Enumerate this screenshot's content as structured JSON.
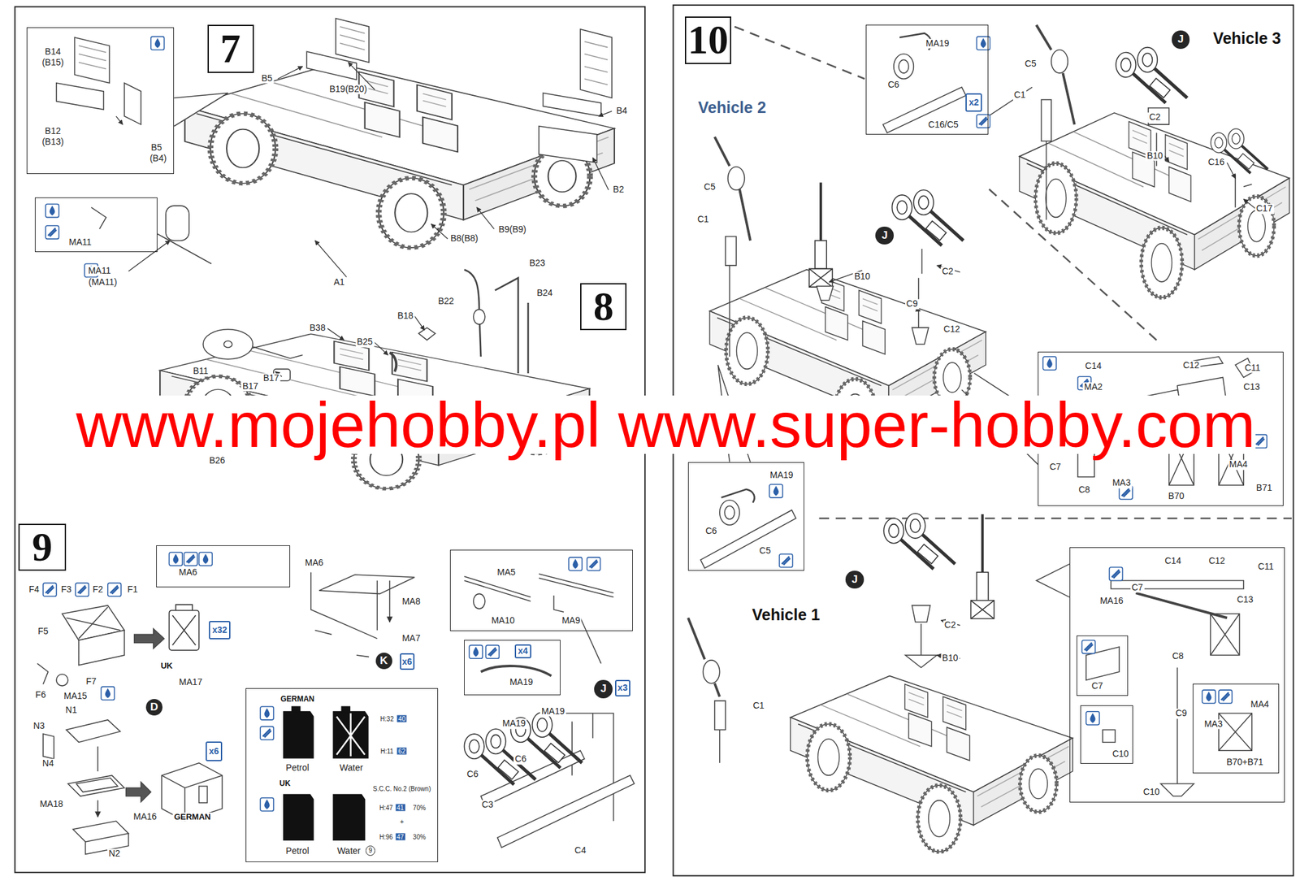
{
  "diagram": {
    "nodes": [
      {
        "text": [
          "7"
        ]
      },
      {
        "text": [
          "B14",
          "(B15)",
          "B12",
          "(B13)",
          "B5",
          "(B4)"
        ]
      },
      {
        "text": [
          "MA11"
        ]
      },
      {
        "text": [
          "8"
        ]
      },
      {
        "text": [
          "9"
        ]
      },
      {
        "text": [
          "MA6"
        ]
      },
      {
        "text": [
          "MA5",
          "MA10",
          "MA9"
        ]
      },
      {
        "text": [
          "MA19"
        ]
      },
      {
        "text": [
          "x4"
        ],
        "in": 7
      },
      {
        "text": [
          "J"
        ]
      },
      {
        "text": [
          "x3"
        ]
      },
      {
        "text": [
          "K"
        ]
      },
      {
        "text": [
          "x6"
        ]
      },
      {
        "text": [
          "x32"
        ]
      },
      {
        "text": [
          "D"
        ]
      },
      {
        "text": [
          "x6"
        ]
      },
      {
        "text": [
          "GERMAN",
          "H:32",
          "40",
          "H:11",
          "62",
          "Petrol",
          "Water",
          "UK",
          "S.C.C. No.2 (Brown)",
          "H:47",
          "41",
          "70%",
          "+",
          "H:96",
          "47",
          "30%",
          "Petrol",
          "Water"
        ]
      },
      {
        "text": [
          "9"
        ],
        "in": 16
      },
      {
        "text": [
          "10"
        ]
      },
      {
        "text": [
          "MA19",
          "C6",
          "C16/C5"
        ]
      },
      {
        "text": [
          "x2"
        ],
        "in": 19
      },
      {
        "text": [
          "J"
        ]
      },
      {
        "text": [
          "J"
        ]
      },
      {
        "text": [
          "MA19",
          "C6",
          "C5"
        ]
      },
      {
        "text": [
          "C14",
          "C12",
          "C11",
          "MA2",
          "C13",
          "C7",
          "MA4",
          "B71",
          "MA3",
          "C8",
          "B70"
        ]
      },
      {
        "text": [
          "J"
        ]
      },
      {
        "text": [
          "C14",
          "C12",
          "C11",
          "C7",
          "MA16",
          "C13",
          "C8",
          "C9",
          "C10"
        ]
      },
      {
        "text": [
          "C7"
        ],
        "in": 26
      },
      {
        "text": [
          "C10"
        ],
        "in": 26
      },
      {
        "text": [
          "MA4",
          "MA3",
          "B70+B71"
        ],
        "in": 26
      }
    ],
    "labels": [
      "B5",
      "B19(B20)",
      "B4",
      "B2",
      "B9(B9)",
      "B8(B8)",
      "MA11",
      "(MA11)",
      "A1",
      "B23",
      "B24",
      "B22",
      "B18",
      "B38",
      "B25",
      "B11",
      "B17",
      "B17",
      "www.mojehobby.pl www.super-hobby.com",
      "B26",
      "F4",
      "F3",
      "F2",
      "F1",
      "MA6",
      "MA8",
      "F5",
      "MA7",
      "UK",
      "F7",
      "MA17",
      "MA15",
      "F6",
      "N1",
      "N3",
      "N4",
      "MA18",
      "MA16",
      "GERMAN",
      "N2",
      "MA19",
      "MA19",
      "C6",
      "C6",
      "C3",
      "C4",
      "Vehicle 3",
      "C5",
      "C1",
      "Vehicle 2",
      "C2",
      "B10",
      "C16",
      "C5",
      "C17",
      "C1",
      "C2",
      "B10",
      "C9",
      "C12",
      "Vehicle 1",
      "C2",
      "B10",
      "C1"
    ]
  }
}
